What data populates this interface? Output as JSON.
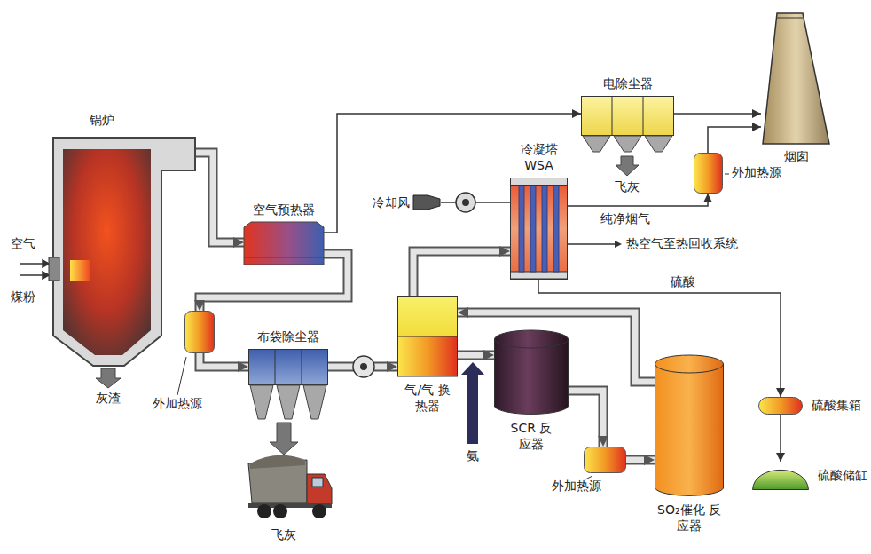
{
  "diagram": {
    "nodes": [
      {
        "text": [
          "锅炉"
        ]
      },
      {
        "text": [
          "空气预热器"
        ]
      },
      {
        "text": [
          "外加热源"
        ]
      },
      {
        "text": [
          "布袋除尘器"
        ]
      },
      {
        "text": [
          "气/气 换热器"
        ]
      },
      {
        "text": [
          "SCR 反应器"
        ]
      },
      {
        "text": [
          "外加热源"
        ]
      },
      {
        "text": [
          "SO₂催化 反应器"
        ]
      },
      {
        "text": [
          "冷凝塔 WSA"
        ]
      },
      {
        "text": [
          "电除尘器"
        ]
      },
      {
        "text": [
          "外加热源"
        ]
      },
      {
        "text": [
          "烟囱"
        ]
      },
      {
        "text": [
          "硫酸集箱"
        ]
      },
      {
        "text": [
          "硫酸储缸"
        ]
      }
    ],
    "edges": [
      {
        "from": 0,
        "to": 1,
        "arrow": "to"
      },
      {
        "from": 1,
        "to": 9,
        "arrow": "to"
      },
      {
        "from": 1,
        "to": 2,
        "arrow": "to"
      },
      {
        "from": 2,
        "to": 3,
        "arrow": "to"
      },
      {
        "from": 3,
        "to": 4,
        "arrow": "to"
      },
      {
        "from": 4,
        "to": 5,
        "arrow": "to"
      },
      {
        "from": 5,
        "to": 6,
        "arrow": "to"
      },
      {
        "from": 6,
        "to": 7,
        "arrow": "to"
      },
      {
        "from": 7,
        "to": 4,
        "arrow": "to"
      },
      {
        "from": 4,
        "to": 8,
        "arrow": "to"
      },
      {
        "from": 8,
        "to": 10,
        "arrow": "to",
        "label": "纯净烟气"
      },
      {
        "from": 10,
        "to": 11,
        "arrow": "to"
      },
      {
        "from": 9,
        "to": 11,
        "arrow": "to"
      },
      {
        "from": 8,
        "to": 12,
        "arrow": "to",
        "label": "硫酸"
      },
      {
        "from": 12,
        "to": 13,
        "arrow": "to"
      }
    ],
    "labels": [
      "空气",
      "煤粉",
      "灰渣",
      "飞灰",
      "氨",
      "冷却风",
      "飞灰",
      "热空气至热回收系统"
    ]
  }
}
